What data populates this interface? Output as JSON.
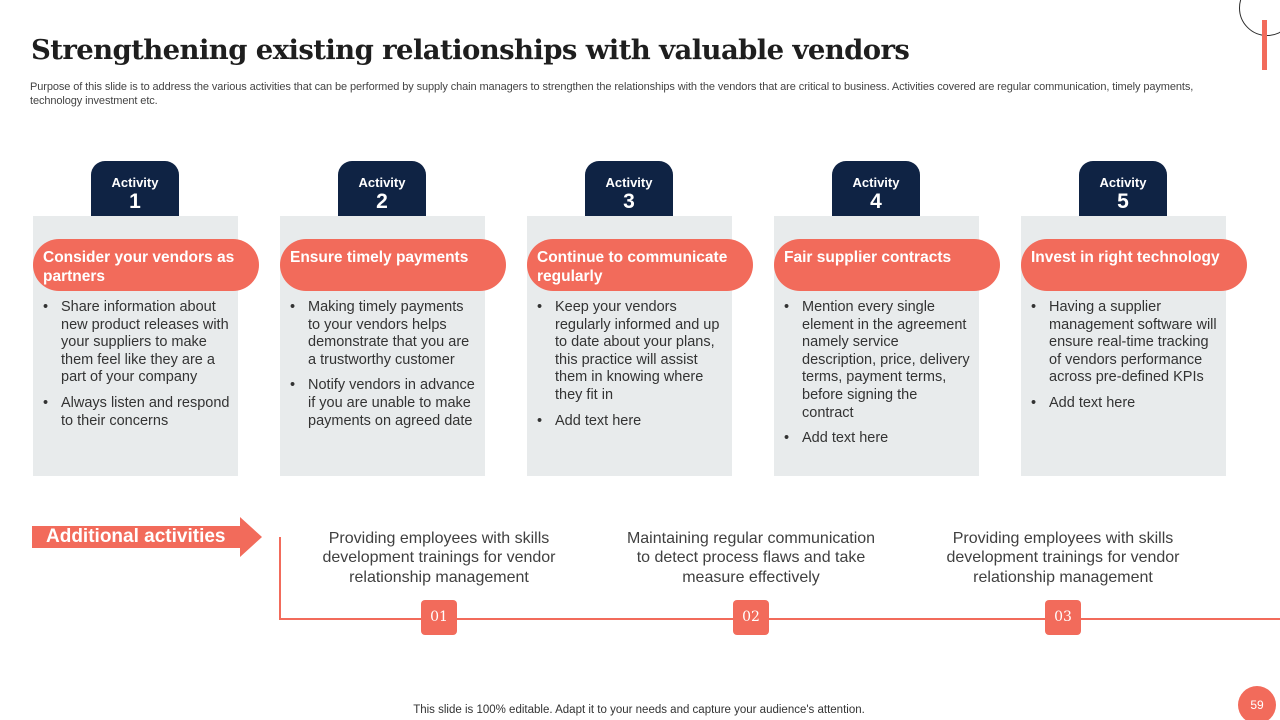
{
  "title": "Strengthening existing relationships with valuable vendors",
  "subtitle": "Purpose of this slide is to address the various activities that can be performed by supply chain managers to strengthen the relationships with the vendors that are critical to  business. Activities covered are regular communication, timely payments, technology investment etc.",
  "activities": [
    {
      "label": "Activity",
      "number": "1",
      "heading": "Consider your vendors as partners",
      "bullets": [
        "Share information about new product releases with your suppliers to make them feel like they are a part of your company",
        "Always listen and respond to their concerns"
      ]
    },
    {
      "label": "Activity",
      "number": "2",
      "heading": "Ensure timely payments",
      "bullets": [
        "Making timely payments to your vendors helps demonstrate that you are a trustworthy customer",
        "Notify vendors in advance if you are unable to make payments on agreed date"
      ]
    },
    {
      "label": "Activity",
      "number": "3",
      "heading": "Continue to communicate regularly",
      "bullets": [
        "Keep your vendors regularly informed and up to date about your plans, this practice will assist them in knowing where they fit in",
        "Add text here"
      ]
    },
    {
      "label": "Activity",
      "number": "4",
      "heading": "Fair supplier contracts",
      "bullets": [
        "Mention every single element in the agreement namely service description, price, delivery terms, payment terms, before signing the contract",
        "Add text here"
      ]
    },
    {
      "label": "Activity",
      "number": "5",
      "heading": "Invest in right technology",
      "bullets": [
        "Having a supplier management software will ensure real-time tracking of vendors performance across pre-defined KPIs",
        "Add text here"
      ]
    }
  ],
  "additional": {
    "label": "Additional activities",
    "items": [
      {
        "badge": "01",
        "text": "Providing employees with skills development trainings for vendor relationship management"
      },
      {
        "badge": "02",
        "text": "Maintaining regular communication to detect process flaws and take measure effectively"
      },
      {
        "badge": "03",
        "text": "Providing employees with skills development trainings for vendor relationship management"
      }
    ]
  },
  "footer_note": "This slide is 100% editable. Adapt it to your needs and capture your audience's attention.",
  "page_number": "59",
  "colors": {
    "accent": "#f26b5b",
    "navy": "#0f2344",
    "card": "#e8ebec"
  },
  "icons": {
    "corner_decoration": "circle-outline-with-bar",
    "additional_marker": "arrow-pentagon"
  }
}
